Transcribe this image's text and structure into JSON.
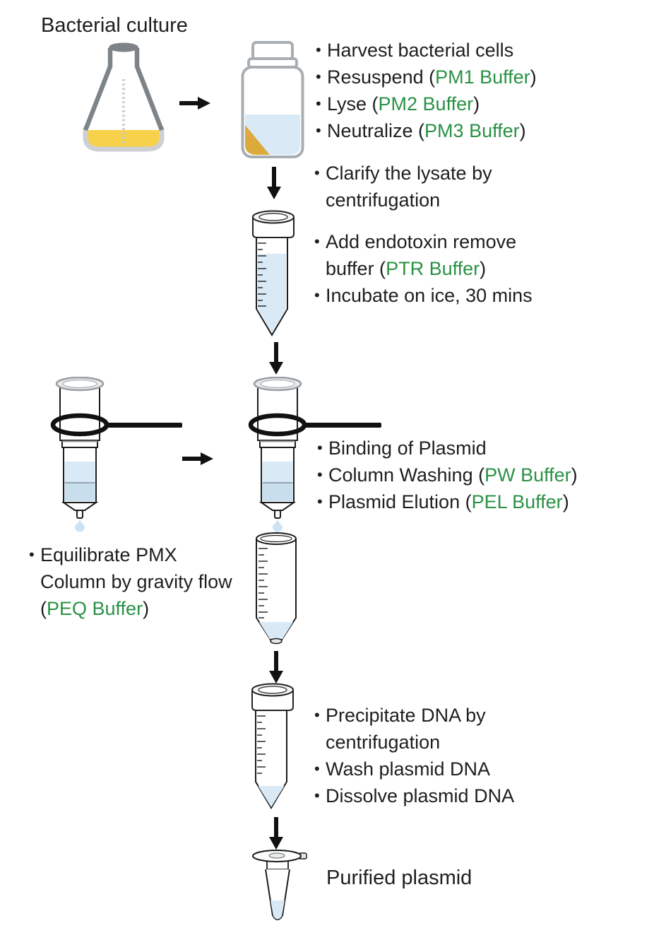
{
  "bullet_char": "•",
  "colors": {
    "green": "#2a9145",
    "ink": "#1e1e1e",
    "liquid-blue": "#d9eaf6",
    "liquid-blue-deep": "#c9deec",
    "culture-yellow": "#f8d14a",
    "pellet-gold": "#dca93b",
    "arrow": "#111111"
  },
  "labels": {
    "source": "Bacterial culture",
    "result": "Purified plasmid"
  },
  "lists": {
    "lysis": {
      "items": [
        {
          "segments": [
            {
              "text": "Harvest bacterial cells",
              "green": false
            }
          ]
        },
        {
          "segments": [
            {
              "text": "Resuspend (",
              "green": false
            },
            {
              "text": "PM1 Buffer",
              "green": true
            },
            {
              "text": ")",
              "green": false
            }
          ]
        },
        {
          "segments": [
            {
              "text": "Lyse (",
              "green": false
            },
            {
              "text": "PM2 Buffer",
              "green": true
            },
            {
              "text": ")",
              "green": false
            }
          ]
        },
        {
          "segments": [
            {
              "text": "Neutralize (",
              "green": false
            },
            {
              "text": "PM3 Buffer",
              "green": true
            },
            {
              "text": ")",
              "green": false
            }
          ]
        }
      ]
    },
    "clarify": {
      "items": [
        {
          "segments": [
            {
              "text": "Clarify the lysate by centrifugation",
              "green": false
            }
          ]
        }
      ]
    },
    "endotoxin": {
      "items": [
        {
          "segments": [
            {
              "text": "Add endotoxin remove buffer (",
              "green": false
            },
            {
              "text": "PTR Buffer",
              "green": true
            },
            {
              "text": ")",
              "green": false
            }
          ]
        },
        {
          "segments": [
            {
              "text": "Incubate on ice, 30 mins",
              "green": false
            }
          ]
        }
      ]
    },
    "binding": {
      "items": [
        {
          "segments": [
            {
              "text": "Binding of Plasmid",
              "green": false
            }
          ]
        },
        {
          "segments": [
            {
              "text": "Column Washing (",
              "green": false
            },
            {
              "text": "PW Buffer",
              "green": true
            },
            {
              "text": ")",
              "green": false
            }
          ]
        },
        {
          "segments": [
            {
              "text": "Plasmid Elution (",
              "green": false
            },
            {
              "text": "PEL Buffer",
              "green": true
            },
            {
              "text": ")",
              "green": false
            }
          ]
        }
      ]
    },
    "equilibrate": {
      "items": [
        {
          "segments": [
            {
              "text": "Equilibrate PMX Column by gravity flow (",
              "green": false
            },
            {
              "text": "PEQ Buffer",
              "green": true
            },
            {
              "text": ")",
              "green": false
            }
          ]
        }
      ]
    },
    "precipitate": {
      "items": [
        {
          "segments": [
            {
              "text": "Precipitate DNA by centrifugation",
              "green": false
            }
          ]
        },
        {
          "segments": [
            {
              "text": "Wash plasmid DNA",
              "green": false
            }
          ]
        },
        {
          "segments": [
            {
              "text": "Dissolve plasmid DNA",
              "green": false
            }
          ]
        }
      ]
    }
  }
}
